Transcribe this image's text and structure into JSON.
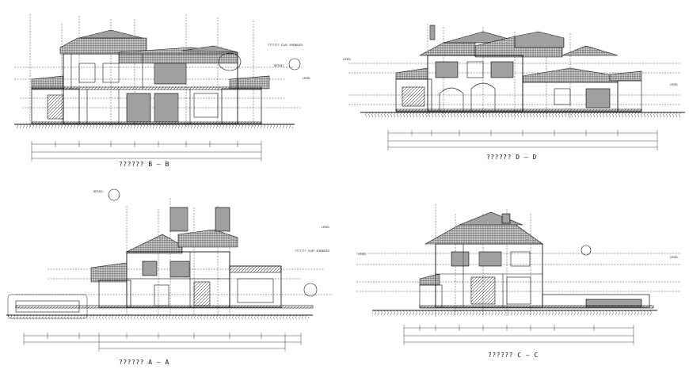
{
  "drawing": {
    "sections": [
      {
        "id": "bb",
        "caption": "?????? B – B"
      },
      {
        "id": "dd",
        "caption": "?????? D – D"
      },
      {
        "id": "aa",
        "caption": "?????? A – A"
      },
      {
        "id": "cc",
        "caption": "?????? C – C"
      }
    ],
    "tags": {
      "level": "LEVEL",
      "detail": "DETAIL",
      "roof_note": "??????? CLAY SHINGLES"
    },
    "colors": {
      "line": "#111111",
      "paper": "#ffffff"
    }
  }
}
